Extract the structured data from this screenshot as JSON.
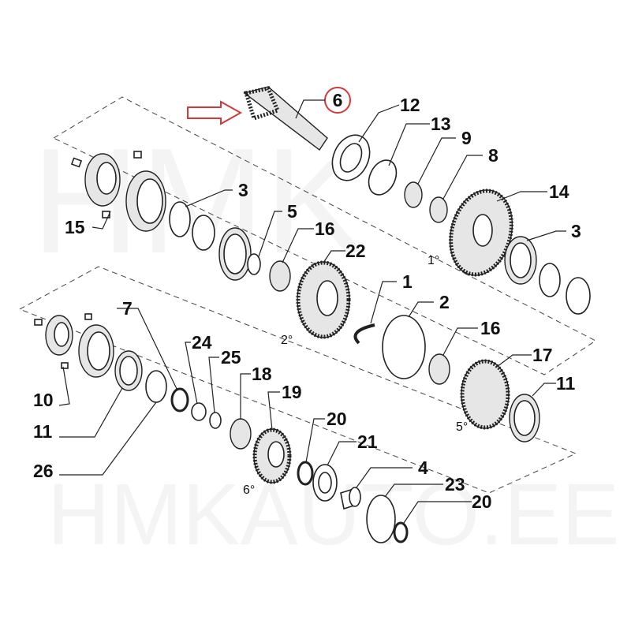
{
  "watermark": {
    "top": "HMK",
    "bottom": "HMKAUTO.EE"
  },
  "highlight_color": "#d23a3a",
  "callouts": {
    "c6": "6",
    "c12": "12",
    "c13": "13",
    "c9": "9",
    "c8": "8",
    "c14": "14",
    "c3a": "3",
    "c15": "15",
    "c5": "5",
    "c16a": "16",
    "c22": "22",
    "c1": "1",
    "c2": "2",
    "c3b": "3",
    "c7": "7",
    "c24": "24",
    "c25": "25",
    "c18": "18",
    "c19": "19",
    "c16b": "16",
    "c17": "17",
    "c11a": "11",
    "c10": "10",
    "c11b": "11",
    "c26": "26",
    "c20a": "20",
    "c21": "21",
    "c4": "4",
    "c23": "23",
    "c20b": "20"
  },
  "gear_marks": {
    "g1": "1°",
    "g2": "2°",
    "g5": "5°",
    "g6": "6°"
  }
}
